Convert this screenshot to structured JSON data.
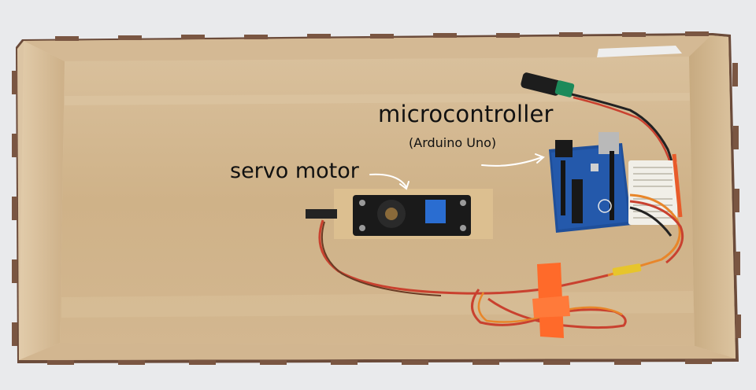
{
  "labels": {
    "microcontroller": "microcontroller",
    "microcontroller_model": "(Arduino Uno)",
    "servo": "servo motor"
  },
  "colors": {
    "background": "#e9eaec",
    "cardboard": "#d6bd9a",
    "cardboard_floor": "#cfb28a",
    "board_blue": "#1f4f9a",
    "servo_body": "#1a1a1a",
    "tape": "#ff6a2a",
    "wire_red": "#c9412f",
    "wire_orange": "#e8862a",
    "wire_brown": "#6a3b24"
  }
}
